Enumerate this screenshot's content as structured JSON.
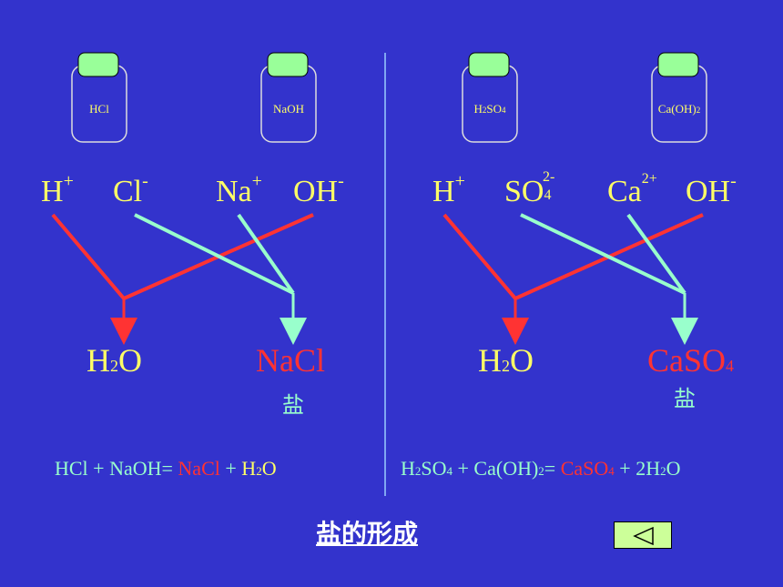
{
  "jars": [
    {
      "label": "HCl"
    },
    {
      "label": "NaOH"
    },
    {
      "label_main": "H",
      "label_sub": "2",
      "label_rest": "SO",
      "label_sub2": "4"
    },
    {
      "label_main": "Ca(OH)",
      "label_sub": "2"
    }
  ],
  "left": {
    "ions": [
      {
        "sym": "H",
        "charge": "+"
      },
      {
        "sym": "Cl",
        "charge": "-"
      },
      {
        "sym": "Na",
        "charge": "+"
      },
      {
        "sym": "OH",
        "charge": "-"
      }
    ],
    "water": {
      "a": "H",
      "sub": "2",
      "b": "O"
    },
    "salt_formula": "NaCl",
    "salt_label": "盐",
    "equation": {
      "p1": "HCl + NaOH= ",
      "p2": "NaCl",
      "p3": " + ",
      "p4a": "H",
      "p4sub": "2",
      "p4b": "O"
    }
  },
  "right": {
    "ions": [
      {
        "sym": "H",
        "charge": "+"
      },
      {
        "sym": "SO",
        "sub": "4",
        "charge": "2-"
      },
      {
        "sym": "Ca",
        "charge": "2+"
      },
      {
        "sym": "OH",
        "charge": "-"
      }
    ],
    "water": {
      "a": "H",
      "sub": "2",
      "b": "O"
    },
    "salt_formula_a": "CaSO",
    "salt_formula_sub": "4",
    "salt_label": "盐",
    "equation": {
      "p1a": "H",
      "p1sub": "2",
      "p1b": "SO",
      "p1sub2": "4",
      "p2": " + Ca(OH)",
      "p2sub": "2",
      "p3": "= ",
      "p4a": "CaSO",
      "p4sub": "4",
      "p5": " + 2H",
      "p5sub": "2",
      "p5b": "O"
    }
  },
  "title": "盐的形成",
  "colors": {
    "background": "#3333cc",
    "jar_lid": "#99ff99",
    "acid_line": "#ff3333",
    "salt_line": "#99ffcc",
    "text_yellow": "#ffff66"
  },
  "nav_icon": "triangle-left-icon"
}
